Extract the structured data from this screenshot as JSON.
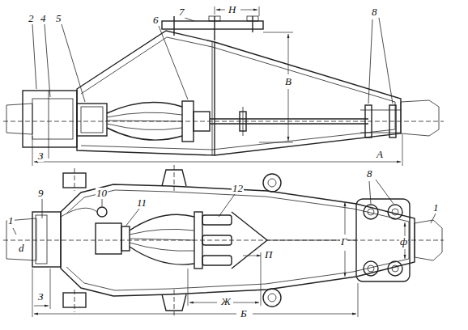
{
  "diagram": {
    "labels": [
      "2",
      "4",
      "5",
      "6",
      "7",
      "Н",
      "8",
      "В",
      "З",
      "А",
      "1",
      "9",
      "10",
      "11",
      "12",
      "8",
      "1",
      "d",
      "З",
      "Ж",
      "Б",
      "Г",
      "П",
      "ф"
    ]
  }
}
